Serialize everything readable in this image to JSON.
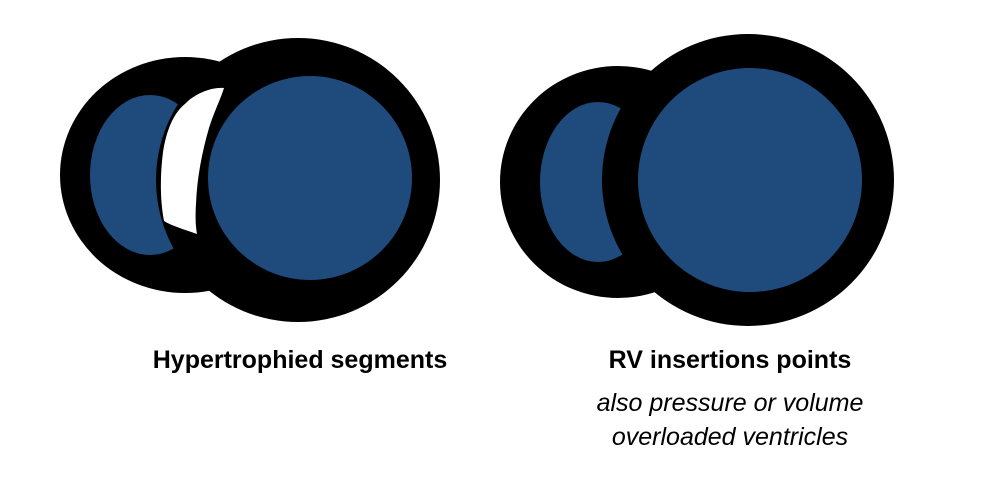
{
  "colors": {
    "chamber_fill": "#1f4a7c",
    "wall": "#000000",
    "highlight": "#ffffff",
    "background": "#ffffff"
  },
  "panels": [
    {
      "caption": "Hypertrophied segments",
      "subcaption_lines": []
    },
    {
      "caption": "RV insertions points",
      "subcaption_lines": [
        "also pressure or volume",
        "overloaded ventricles"
      ]
    }
  ]
}
